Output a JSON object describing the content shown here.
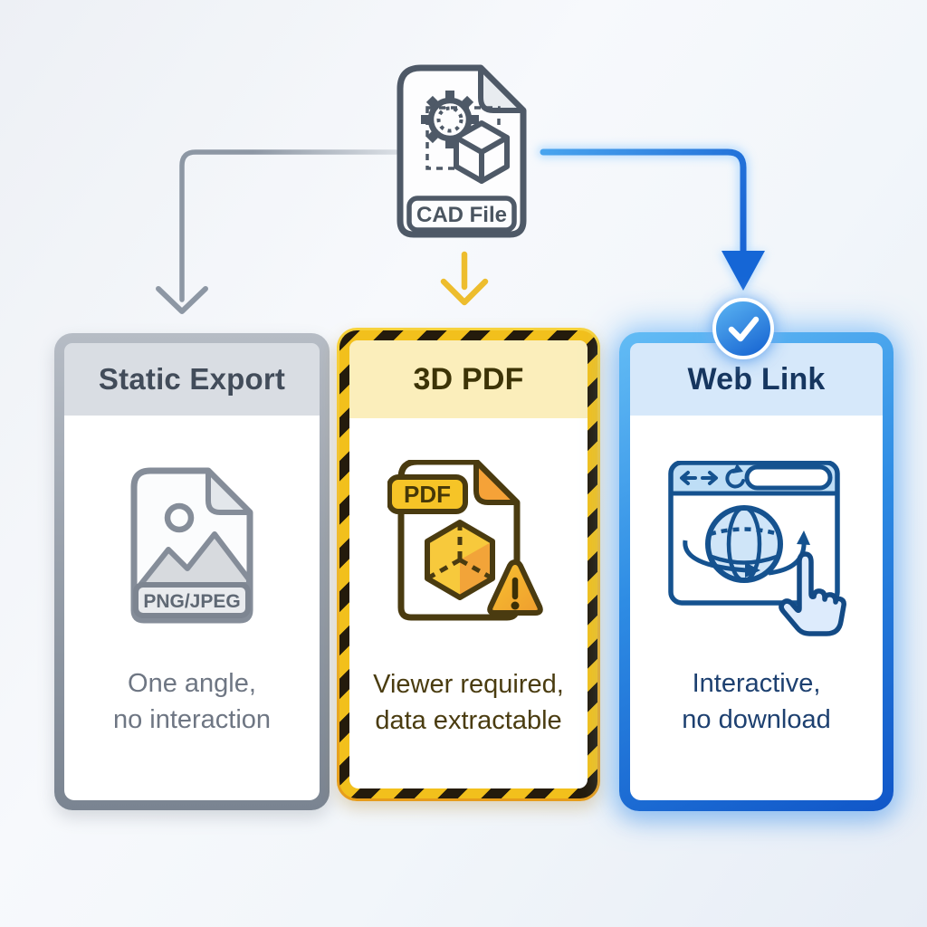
{
  "source": {
    "label": "CAD File",
    "icon": "cad-file-icon"
  },
  "connectors": [
    {
      "to": "static-export",
      "color": "#8d97a4",
      "arrow": "chevron"
    },
    {
      "to": "3d-pdf",
      "color": "#edbd2e",
      "arrow": "chevron"
    },
    {
      "to": "web-link",
      "color": "#1b66d6",
      "arrow": "solid-triangle"
    }
  ],
  "cards": [
    {
      "title": "Static Export",
      "icon": "image-file-icon",
      "icon_label": "PNG/JPEG",
      "description": [
        "One angle,",
        "no interaction"
      ],
      "accent_color": "#98a0ab",
      "title_color": "#424c5a"
    },
    {
      "title": "3D PDF",
      "icon": "3d-pdf-file-warning-icon",
      "icon_label": "PDF",
      "description": [
        "Viewer required,",
        "data extractable"
      ],
      "accent_color": "#f2c01c",
      "title_color": "#3c3306"
    },
    {
      "title": "Web Link",
      "icon": "browser-globe-cursor-icon",
      "badge": "check",
      "description": [
        "Interactive,",
        "no download"
      ],
      "accent_color": "#1b66d6",
      "title_color": "#16365f"
    }
  ]
}
